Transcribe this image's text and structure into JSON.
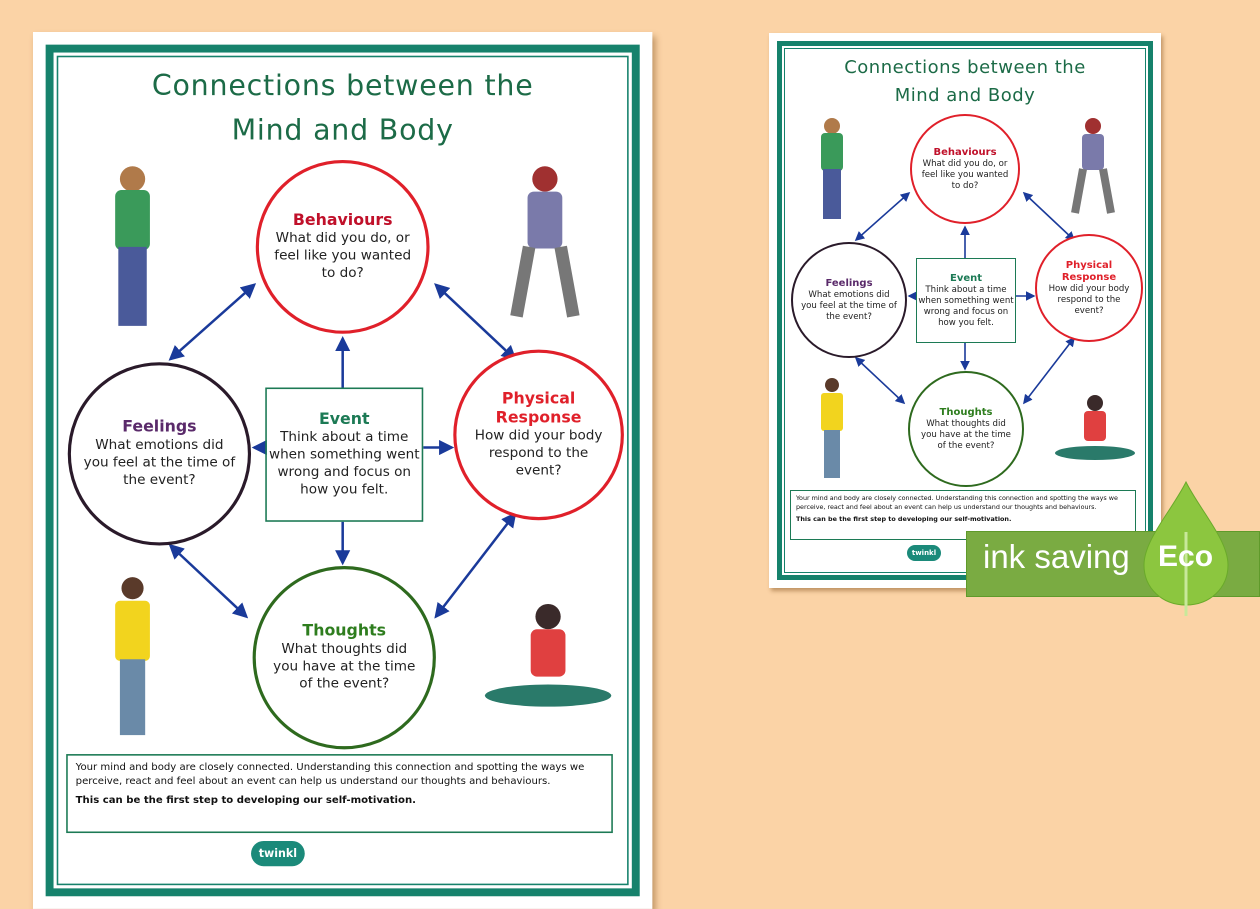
{
  "poster": {
    "title_line1": "Connections between the",
    "title_line2": "Mind and Body",
    "behaviours": {
      "title": "Behaviours",
      "text": "What did you do, or feel like you wanted to do?"
    },
    "feelings": {
      "title": "Feelings",
      "text": "What emotions did you feel at the time of the event?"
    },
    "physical": {
      "title": "Physical Response",
      "text": "How did your body respond to the event?"
    },
    "thoughts": {
      "title": "Thoughts",
      "text": "What thoughts did you have at the time of the event?"
    },
    "event": {
      "title": "Event",
      "text": "Think about a time when something went wrong and focus on how you felt."
    },
    "note": {
      "text": "Your mind and body are closely connected. Understanding this connection and spotting the ways we perceive, react and feel about an event can help us understand our thoughts and behaviours.",
      "bold": "This can be the first step to developing our self-motivation."
    },
    "logo": "twinkl"
  },
  "badge": {
    "label": "ink saving",
    "eco": "Eco"
  },
  "colors": {
    "background": "#fbd3a6",
    "frame": "#16826c",
    "title": "#1c6b47",
    "red": "#e0202a",
    "purple": "#5a2a6a",
    "green": "#2e7d1e",
    "arrow": "#1a3a9a",
    "badge": "#7aab42",
    "leaf": "#8cc63f"
  }
}
